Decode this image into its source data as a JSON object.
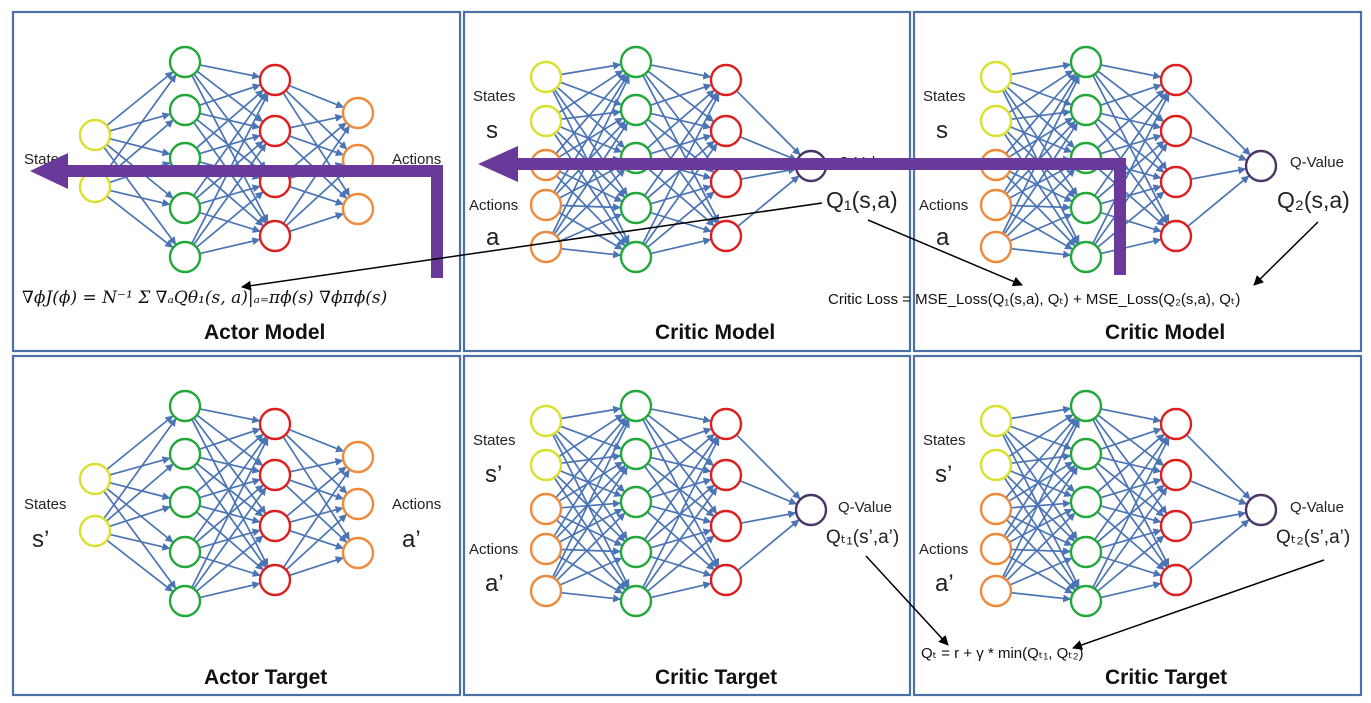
{
  "colors": {
    "panel_border": "#4a72a8",
    "edge": "#4a74b4",
    "state_node": "#d9e02e",
    "hidden1_node": "#22a83a",
    "hidden2_node": "#dd1f1f",
    "action_node": "#ee8a3c",
    "q_node": "#4a3566",
    "flow_arrow": "#6a3a9a",
    "link_arrow": "#000000"
  },
  "panels": [
    {
      "id": "actor-model",
      "kind": "actor",
      "title": "Actor Model",
      "input_label": "States",
      "input_symbol": "",
      "output_label": "Actions",
      "output_symbol": "",
      "formula": "∇ϕJ(ϕ) = N⁻¹ Σ ∇ₐQθ₁(s, a)|ₐ₌πϕ(s) ∇ϕπϕ(s)"
    },
    {
      "id": "critic-model-1",
      "kind": "critic",
      "title": "Critic Model",
      "state_label": "States",
      "state_symbol": "s",
      "action_label": "Actions",
      "action_symbol": "a",
      "output_label": "Q-Value",
      "output_symbol": "Q₁(s,a)"
    },
    {
      "id": "critic-model-2",
      "kind": "critic",
      "title": "Critic Model",
      "state_label": "States",
      "state_symbol": "s",
      "action_label": "Actions",
      "action_symbol": "a",
      "output_label": "Q-Value",
      "output_symbol": "Q₂(s,a)",
      "equation": "Critic Loss = MSE_Loss(Q₁(s,a), Qₜ) + MSE_Loss(Q₂(s,a), Qₜ)"
    },
    {
      "id": "actor-target",
      "kind": "actor",
      "title": "Actor Target",
      "input_label": "States",
      "input_symbol": "s’",
      "output_label": "Actions",
      "output_symbol": "a’"
    },
    {
      "id": "critic-target-1",
      "kind": "critic",
      "title": "Critic Target",
      "state_label": "States",
      "state_symbol": "s’",
      "action_label": "Actions",
      "action_symbol": "a’",
      "output_label": "Q-Value",
      "output_symbol": "Qₜ₁(s’,a’)"
    },
    {
      "id": "critic-target-2",
      "kind": "critic",
      "title": "Critic Target",
      "state_label": "States",
      "state_symbol": "s’",
      "action_label": "Actions",
      "action_symbol": "a’",
      "output_label": "Q-Value",
      "output_symbol": "Qₜ₂(s’,a’)",
      "equation": "Qₜ = r + γ * min(Qₜ₁, Qₜ₂)"
    }
  ]
}
